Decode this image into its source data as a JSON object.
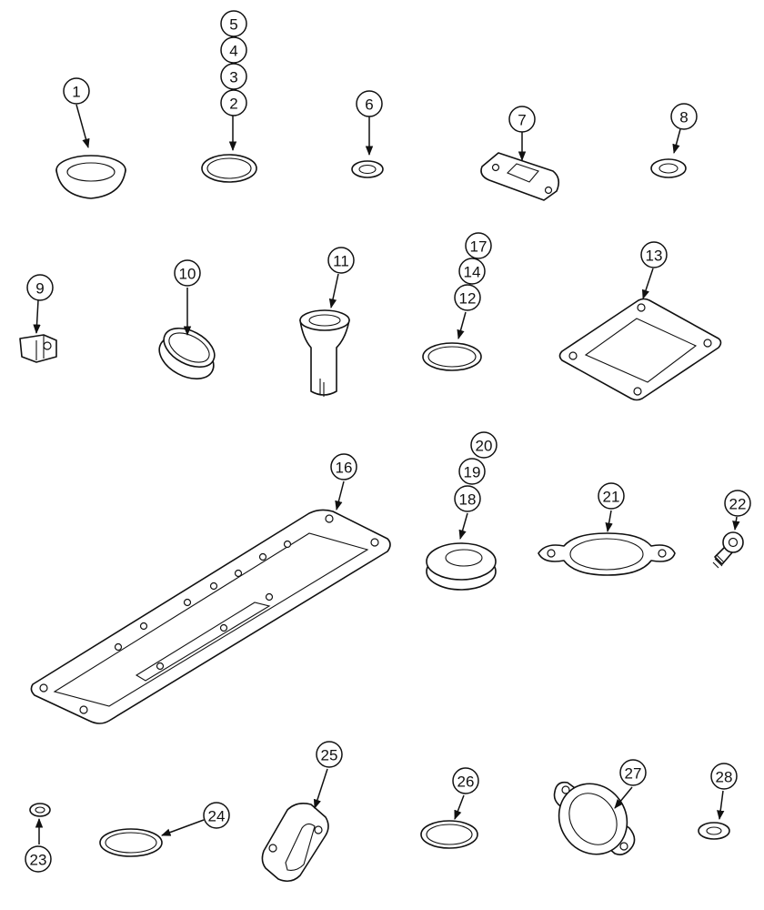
{
  "diagram": {
    "callouts": [
      "1",
      "2",
      "3",
      "4",
      "5",
      "6",
      "7",
      "8",
      "9",
      "10",
      "11",
      "12",
      "13",
      "14",
      "16",
      "17",
      "18",
      "19",
      "20",
      "21",
      "22",
      "23",
      "24",
      "25",
      "26",
      "27",
      "28"
    ]
  }
}
